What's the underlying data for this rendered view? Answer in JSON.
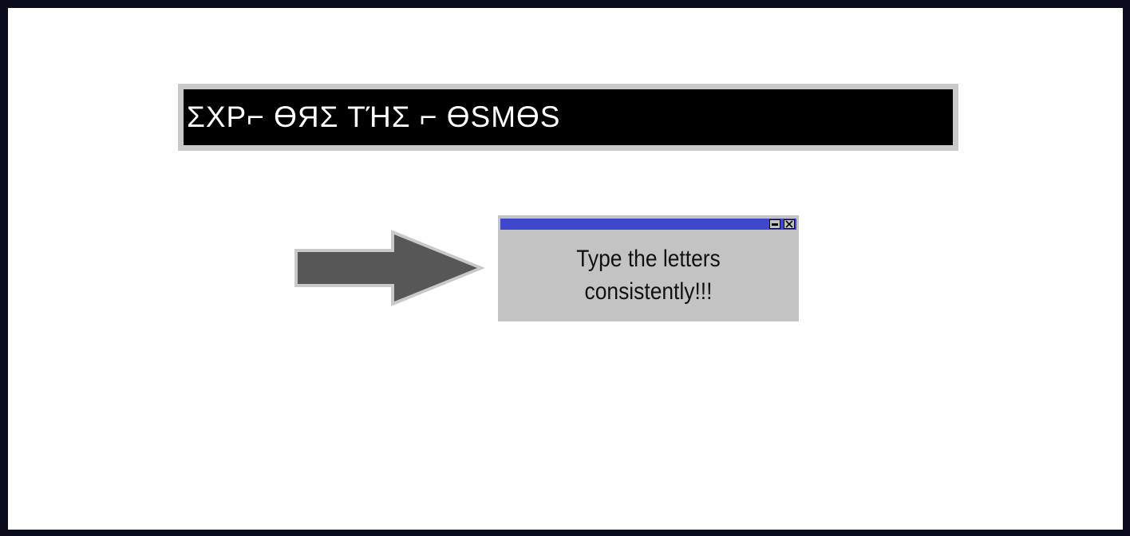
{
  "entry": {
    "text": "ΣΧΡ⌐ ϴЯΣ ΤΉΣ ⌐ ϴSΜϴS"
  },
  "dialog": {
    "message_line1": "Type the letters",
    "message_line2": "consistently!!!",
    "minimize_icon": "minimize-icon",
    "close_icon": "close-icon"
  },
  "colors": {
    "frame": "#0b0b1e",
    "titlebar": "#3f48cc",
    "dialog_bg": "#c3c3c3",
    "arrow_fill": "#575757",
    "arrow_outline": "#c9c9c9",
    "entry_bg": "#000000"
  }
}
